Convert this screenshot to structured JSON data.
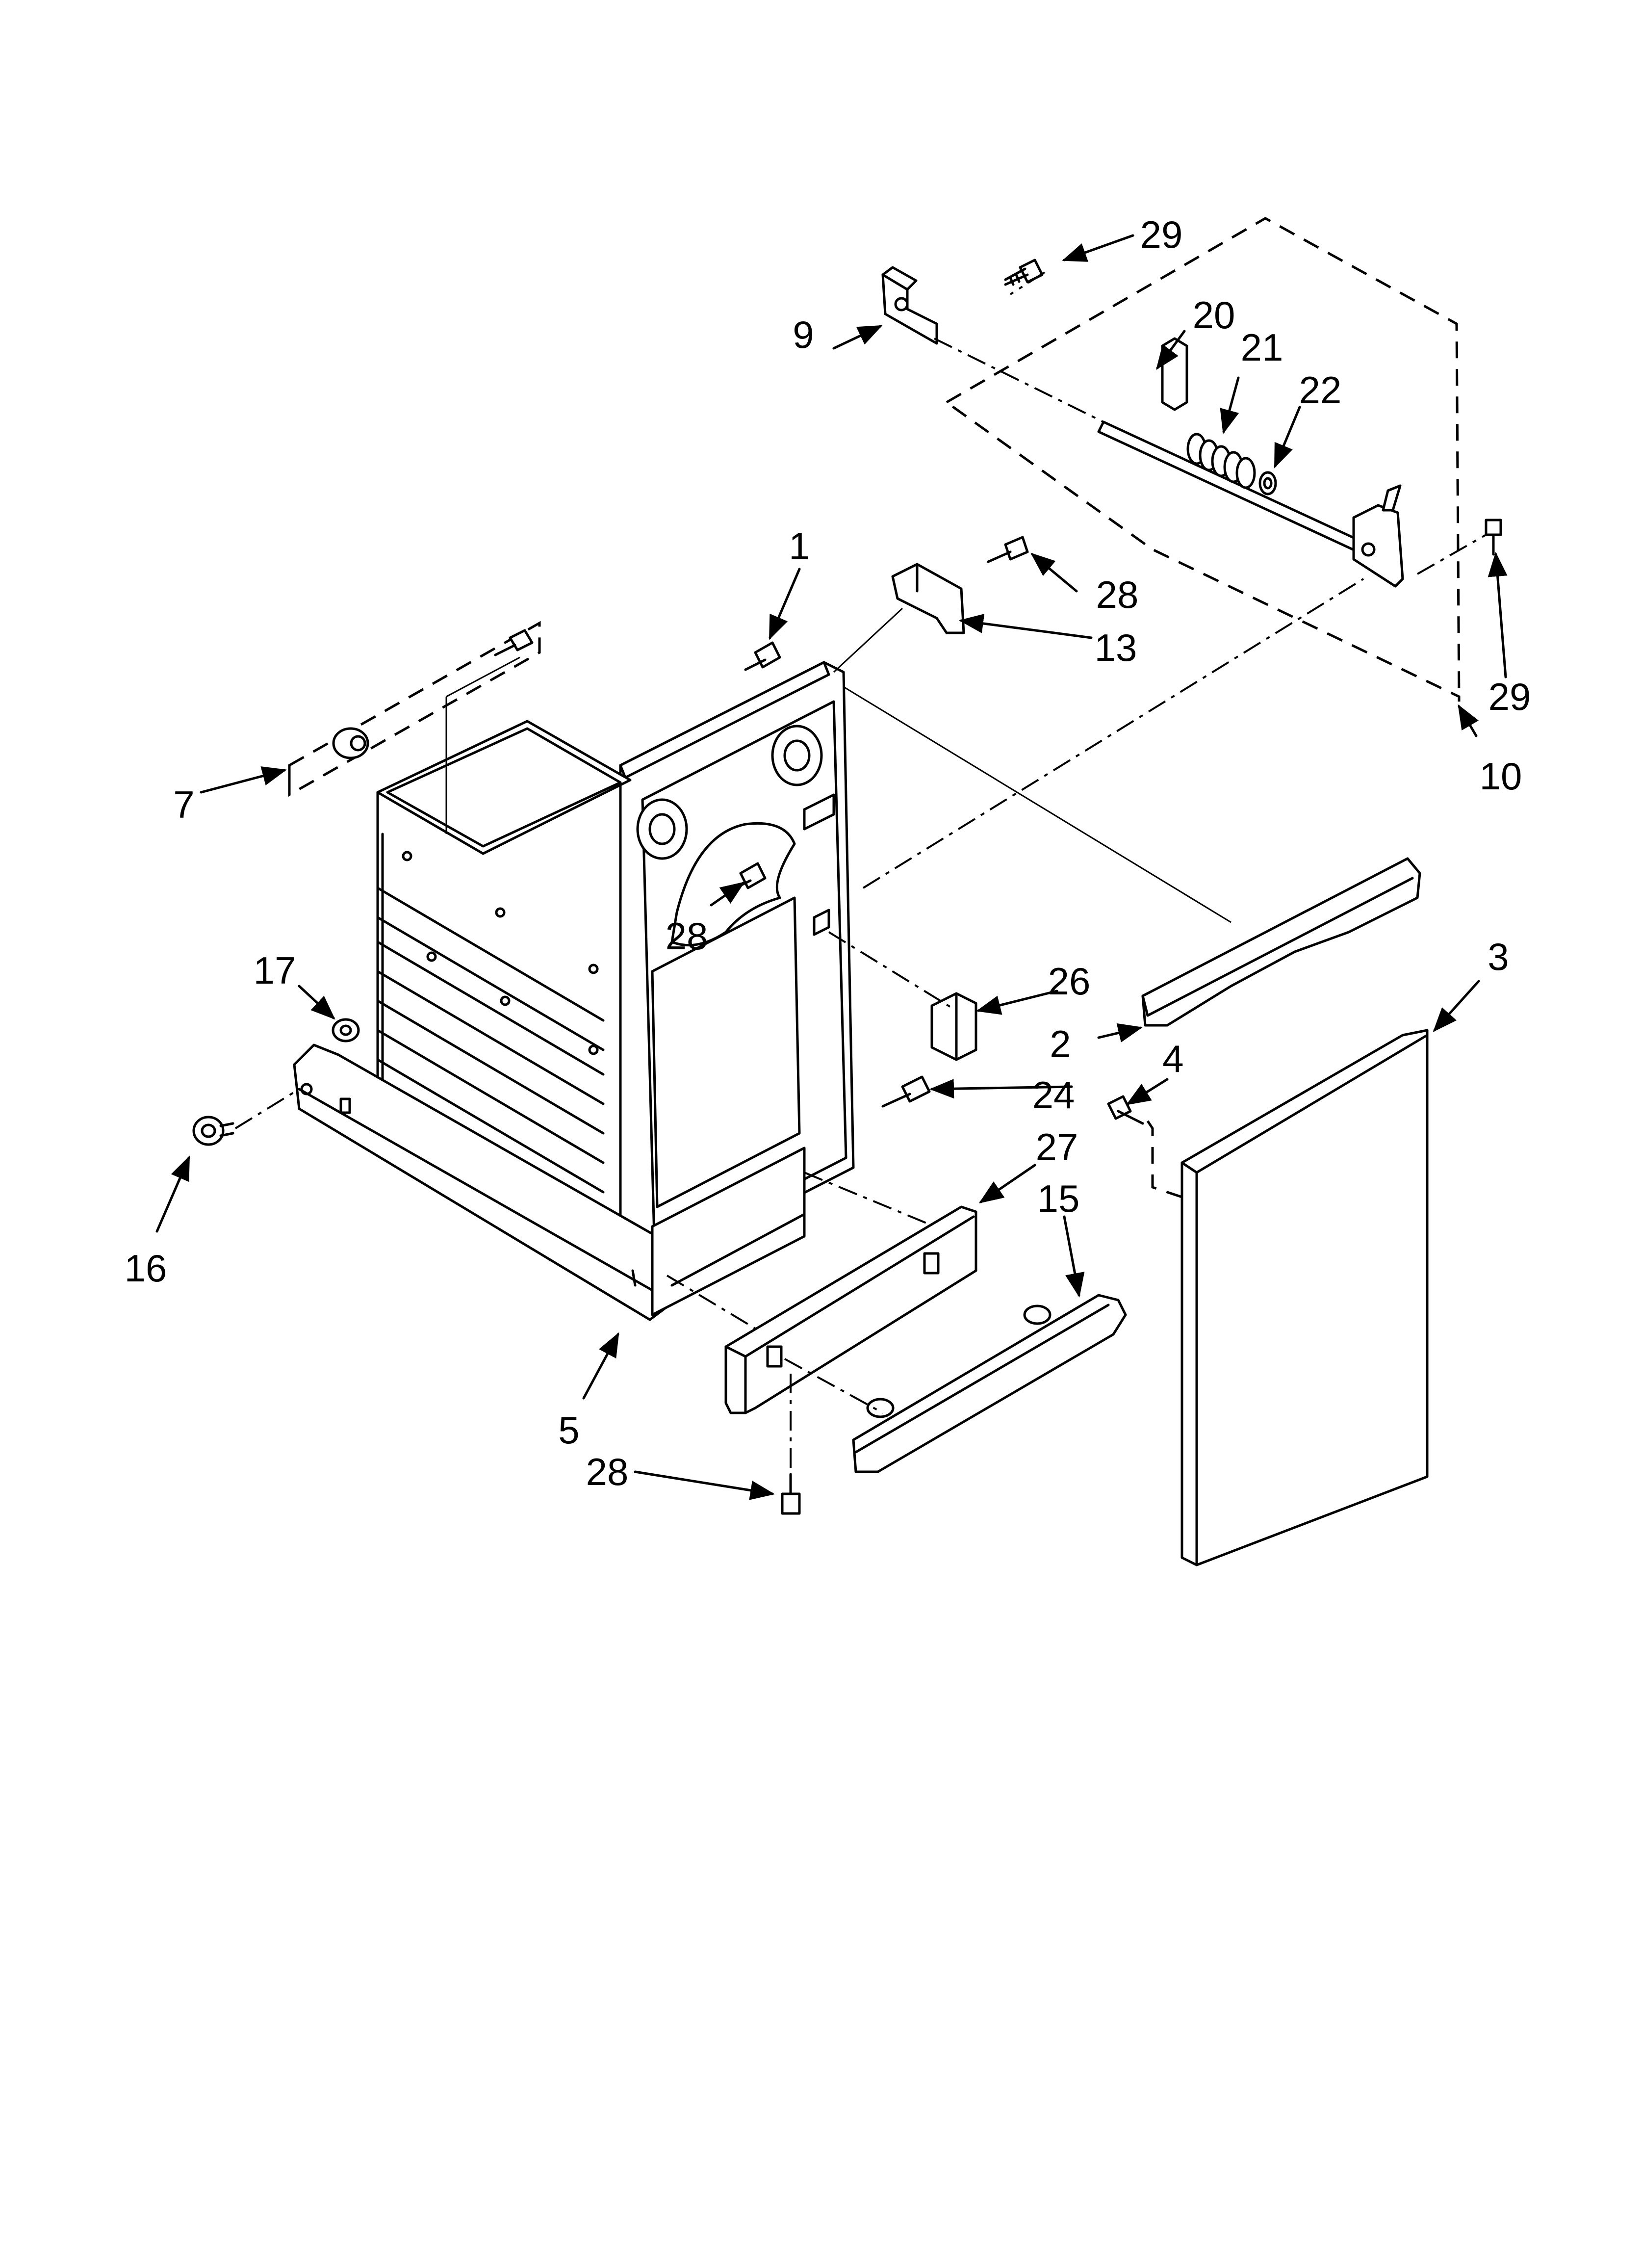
{
  "callouts": {
    "c1": "1",
    "c2": "2",
    "c3": "3",
    "c4": "4",
    "c5": "5",
    "c7": "7",
    "c9": "9",
    "c10": "10",
    "c13": "13",
    "c15": "15",
    "c16": "16",
    "c17": "17",
    "c20": "20",
    "c21": "21",
    "c22": "22",
    "c24": "24",
    "c26": "26",
    "c27": "27",
    "c28a": "28",
    "c28b": "28",
    "c28c": "28",
    "c29a": "29",
    "c29b": "29"
  },
  "colors": {
    "ink": "#000000",
    "paper": "#ffffff"
  }
}
